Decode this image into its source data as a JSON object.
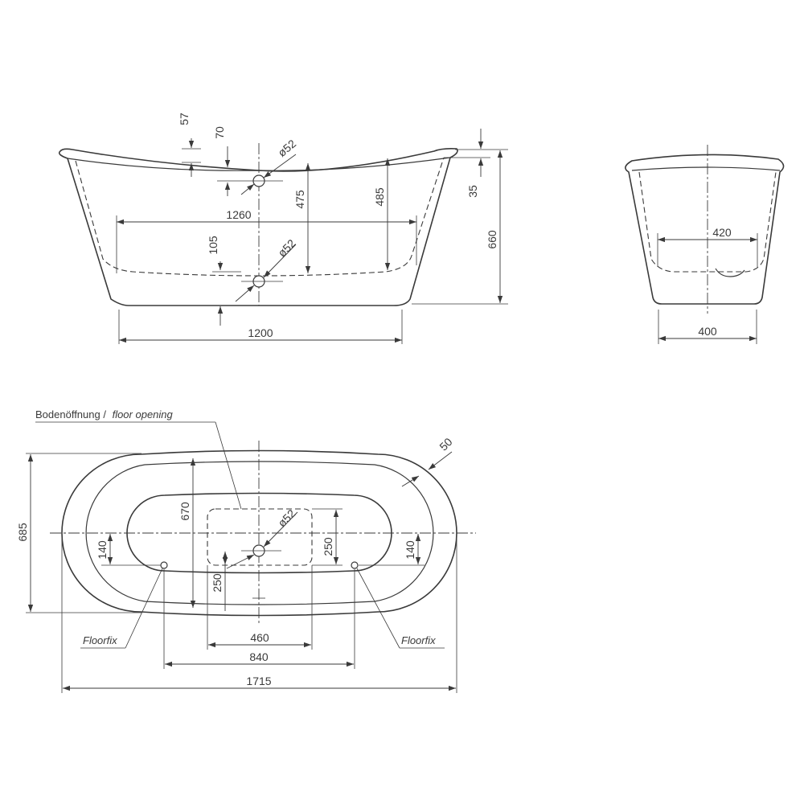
{
  "side_view": {
    "dims": {
      "d57": "57",
      "d70": "70",
      "d52_top": "ø52",
      "d475": "475",
      "d485": "485",
      "d35": "35",
      "d660": "660",
      "d1260": "1260",
      "d105": "105",
      "d52_bottom": "ø52",
      "d1200": "1200"
    }
  },
  "end_view": {
    "dims": {
      "d420": "420",
      "d400": "400"
    }
  },
  "plan_view": {
    "floor_opening_label_de": "Bodenöffnung /",
    "floor_opening_label_en": "floor opening",
    "floorfix_left": "Floorfix",
    "floorfix_right": "Floorfix",
    "dims": {
      "d50": "50",
      "d685": "685",
      "d670": "670",
      "d52": "ø52",
      "d250_right": "250",
      "d140_left": "140",
      "d140_right": "140",
      "d250_lower": "250",
      "d460": "460",
      "d840": "840",
      "d1715": "1715"
    }
  }
}
